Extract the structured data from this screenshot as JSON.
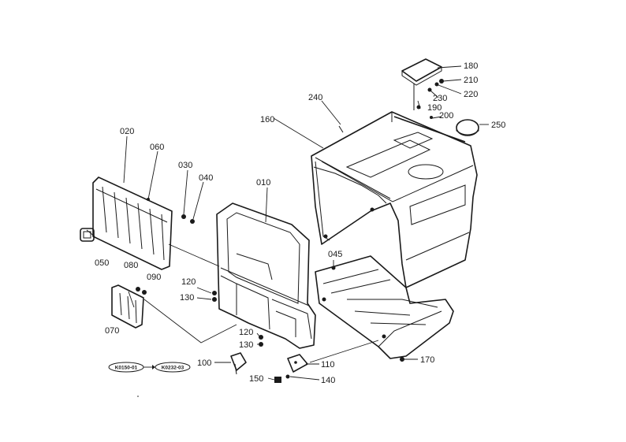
{
  "part_labels": {
    "p010": "010",
    "p020": "020",
    "p030": "030",
    "p040": "040",
    "p045": "045",
    "p050": "050",
    "p060": "060",
    "p070": "070",
    "p080": "080",
    "p090": "090",
    "p100": "100",
    "p110": "110",
    "p120a": "120",
    "p120b": "120",
    "p130a": "130",
    "p130b": "130",
    "p140": "140",
    "p150": "150",
    "p160": "160",
    "p170": "170",
    "p180": "180",
    "p190": "190",
    "p200": "200",
    "p210": "210",
    "p220": "220",
    "p230": "230",
    "p240": "240",
    "p250": "250"
  },
  "ref_codes": {
    "left": "K0150-01",
    "right": "K0232-03"
  }
}
